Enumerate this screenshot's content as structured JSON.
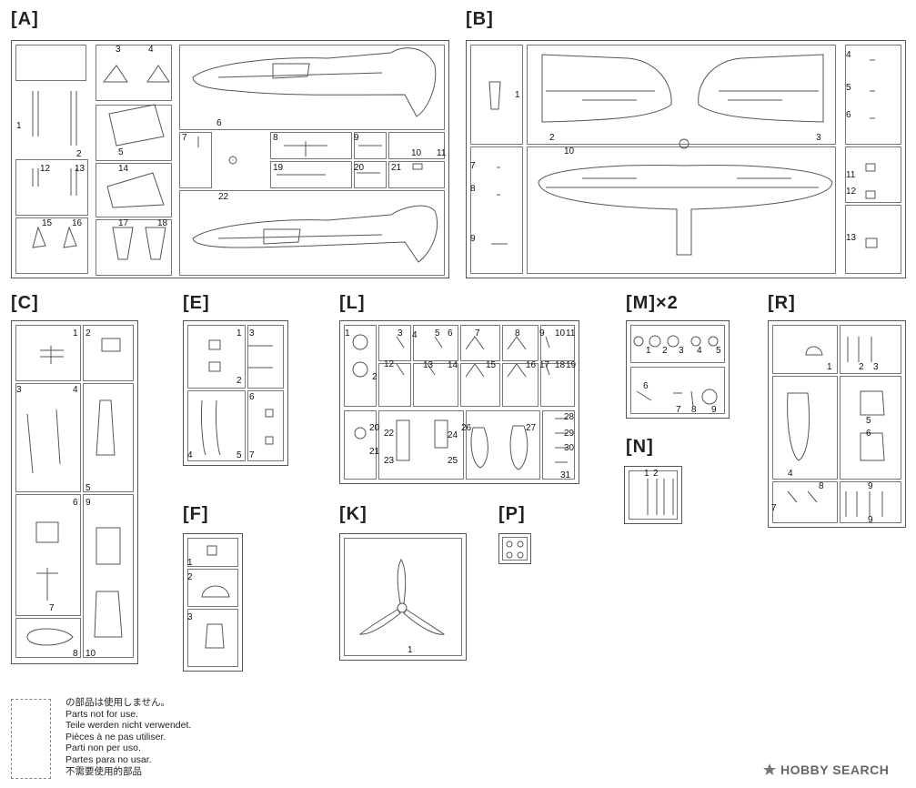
{
  "sprues": {
    "A": {
      "label": "[A]",
      "parts": [
        "1",
        "2",
        "3",
        "4",
        "5",
        "6",
        "7",
        "8",
        "9",
        "10",
        "11",
        "12",
        "13",
        "14",
        "15",
        "16",
        "17",
        "18",
        "19",
        "20",
        "21",
        "22"
      ]
    },
    "B": {
      "label": "[B]",
      "parts": [
        "1",
        "2",
        "3",
        "4",
        "5",
        "6",
        "7",
        "8",
        "9",
        "10",
        "11",
        "12",
        "13"
      ]
    },
    "C": {
      "label": "[C]",
      "parts": [
        "1",
        "2",
        "3",
        "4",
        "5",
        "6",
        "7",
        "8",
        "9",
        "10"
      ]
    },
    "E": {
      "label": "[E]",
      "parts": [
        "1",
        "2",
        "3",
        "4",
        "5",
        "6",
        "7"
      ]
    },
    "F": {
      "label": "[F]",
      "parts": [
        "1",
        "2",
        "3"
      ]
    },
    "L": {
      "label": "[L]",
      "parts": [
        "1",
        "2",
        "3",
        "4",
        "5",
        "6",
        "7",
        "8",
        "9",
        "10",
        "11",
        "12",
        "13",
        "14",
        "15",
        "16",
        "17",
        "18",
        "19",
        "20",
        "21",
        "22",
        "23",
        "24",
        "25",
        "26",
        "27",
        "28",
        "29",
        "30",
        "31"
      ]
    },
    "M": {
      "label": "[M]×2",
      "parts": [
        "1",
        "2",
        "3",
        "4",
        "5",
        "6",
        "7",
        "8",
        "9"
      ]
    },
    "N": {
      "label": "[N]",
      "parts": [
        "1",
        "2"
      ]
    },
    "K": {
      "label": "[K]",
      "parts": [
        "1"
      ]
    },
    "P": {
      "label": "[P]",
      "parts": []
    },
    "R": {
      "label": "[R]",
      "parts": [
        "1",
        "2",
        "3",
        "4",
        "5",
        "6",
        "7",
        "8",
        "9",
        "9"
      ]
    }
  },
  "legend": {
    "lines": [
      "の部品は使用しません。",
      "Parts not for use.",
      "Teile werden nicht verwendet.",
      "Pièces à ne pas utiliser.",
      "Parti non per uso.",
      "Partes para no usar.",
      "不需要使用的部品"
    ]
  },
  "watermark": {
    "text": "HOBBY SEARCH",
    "icon": "hobby-search-logo-icon"
  },
  "colors": {
    "line": "#555555",
    "text": "#222222"
  }
}
